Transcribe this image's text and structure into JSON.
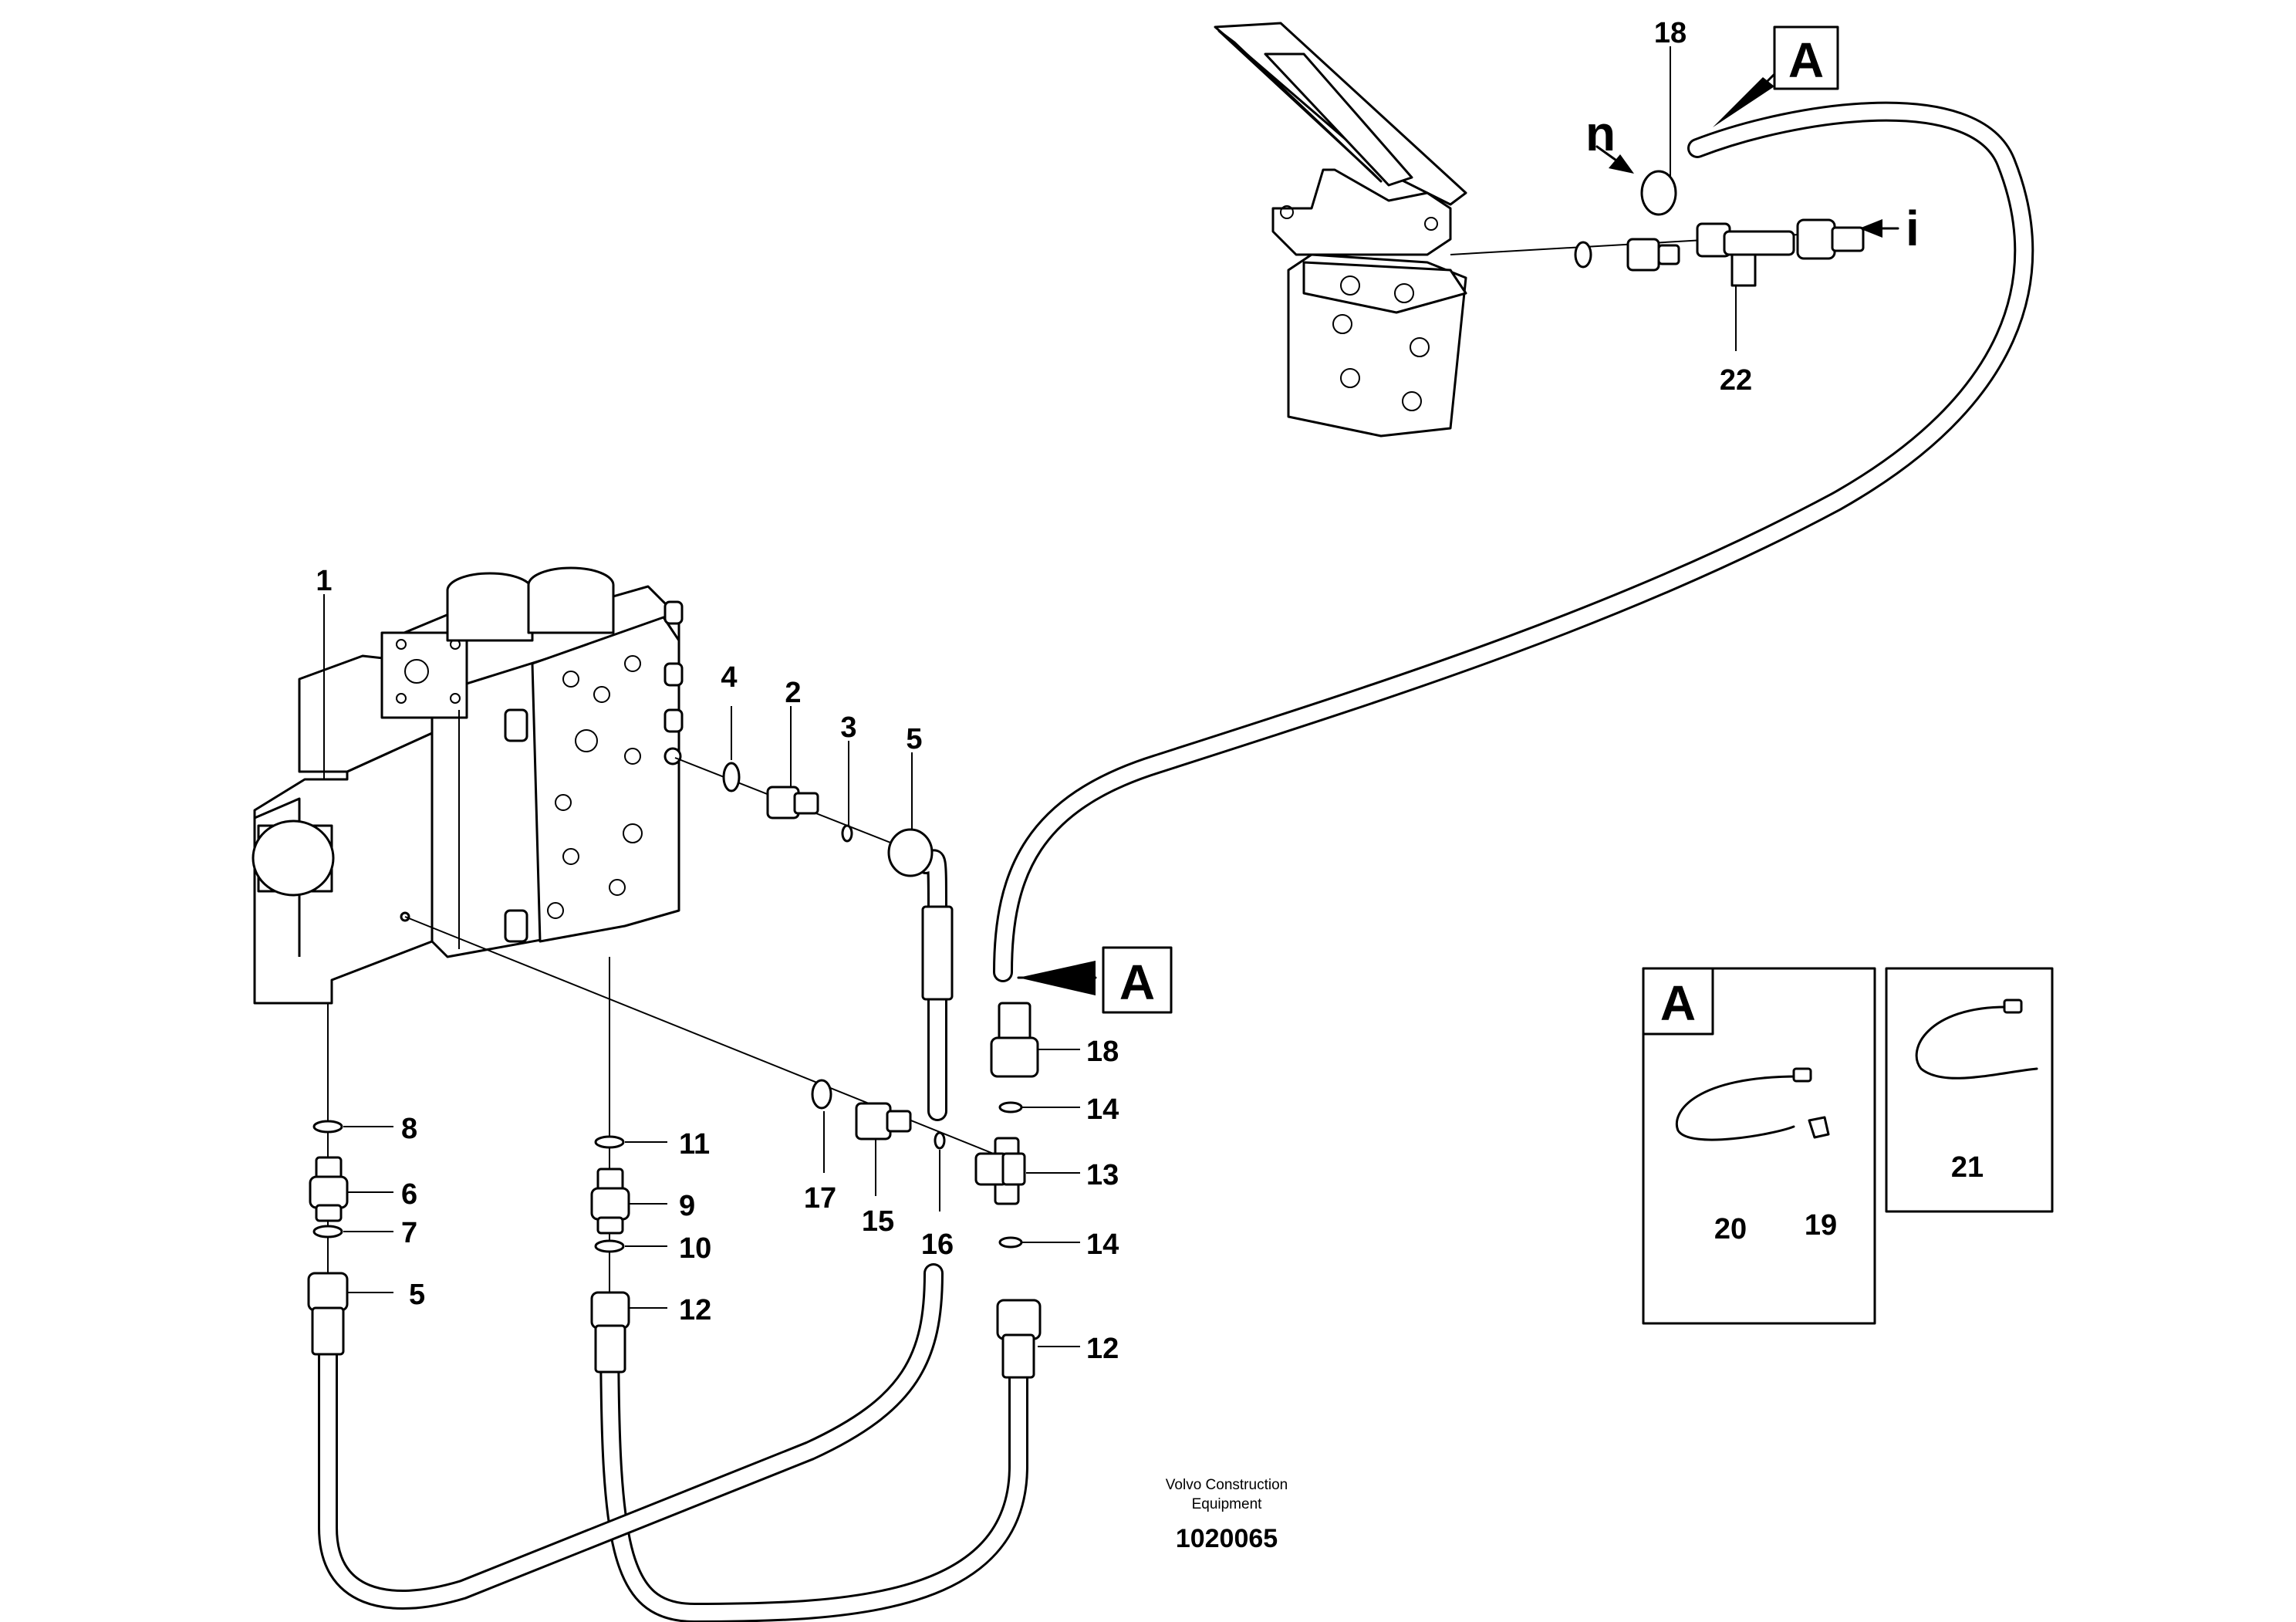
{
  "labels": {
    "p1": "1",
    "p2": "2",
    "p3": "3",
    "p4": "4",
    "p5a": "5",
    "p5b": "5",
    "p6": "6",
    "p7": "7",
    "p8": "8",
    "p9": "9",
    "p10": "10",
    "p11": "11",
    "p12a": "12",
    "p12b": "12",
    "p13": "13",
    "p14a": "14",
    "p14b": "14",
    "p15": "15",
    "p16": "16",
    "p17": "17",
    "p18a": "18",
    "p18b": "18",
    "p19": "19",
    "p20": "20",
    "p21": "21",
    "p22": "22",
    "n": "n",
    "i": "i"
  },
  "callouts": {
    "top": "A",
    "mid": "A",
    "detail": "A"
  },
  "footer": {
    "maker_line1": "Volvo Construction",
    "maker_line2": "Equipment",
    "drawing_number": "1020065"
  }
}
